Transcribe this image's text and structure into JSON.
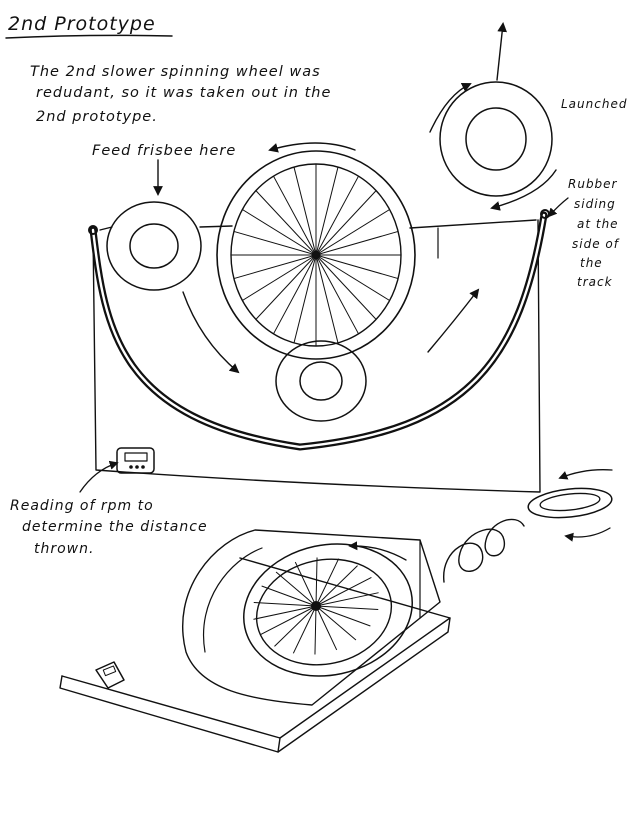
{
  "title": "2nd Prototype",
  "note_lines": [
    "The 2nd slower spinning wheel was",
    "redudant, so it was taken out in the",
    "2nd prototype."
  ],
  "labels": {
    "feed": "Feed frisbee here",
    "launched": "Launched",
    "rubber_lines": [
      "Rubber",
      "siding",
      "at the",
      "side of",
      "the",
      "track"
    ],
    "reading_lines": [
      "Reading of rpm to",
      "determine the distance",
      "thrown."
    ]
  }
}
